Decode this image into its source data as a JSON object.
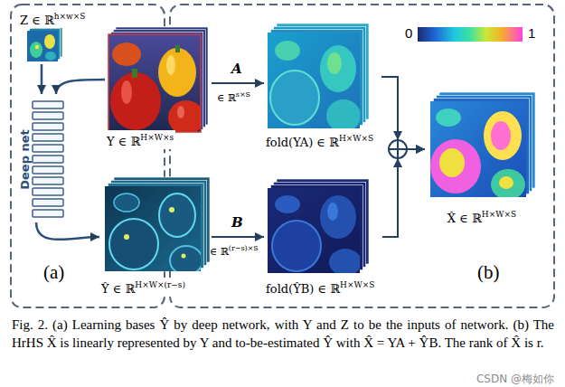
{
  "diagram": {
    "caption": "Fig. 2. (a) Learning bases Ŷ by deep network, with Y and Z to be the inputs of network. (b) The HrHS X̂ is linearly represented by Y and to-be-estimated Ŷ with X̂ = YA + ŶB. The rank of X̂ is r.",
    "nodes": [
      {
        "text": [
          "(a)"
        ]
      },
      {
        "text": [
          "Z ∈ ℝ",
          "h×w×S"
        ],
        "in": 0
      },
      {
        "text": [
          "Y ∈ ℝ",
          "H×W×s"
        ],
        "in": 0
      },
      {
        "text": [
          "Deep net"
        ],
        "in": 0
      },
      {
        "text": [
          "Ŷ ∈ ℝ",
          "H×W×(r−s)"
        ],
        "in": 0
      },
      {
        "text": [
          "(b)"
        ]
      },
      {
        "text": [
          "fold(YA) ∈ ℝ",
          "H×W×S"
        ],
        "in": 5
      },
      {
        "text": [
          "fold(ŶB) ∈ ℝ",
          "H×W×S"
        ],
        "in": 5
      },
      {
        "text": [
          "X̂ ∈ ℝ",
          "H×W×S"
        ],
        "in": 5
      }
    ],
    "edges": [
      {
        "from": 1,
        "to": 3,
        "arrow": "to"
      },
      {
        "from": 2,
        "to": 3,
        "arrow": "to"
      },
      {
        "from": 3,
        "to": 4,
        "arrow": "to"
      },
      {
        "from": 2,
        "to": 6,
        "label": "A",
        "arrow": "to"
      },
      {
        "from": 4,
        "to": 7,
        "label": "B",
        "arrow": "to"
      },
      {
        "from": 6,
        "to": 8,
        "arrow": "to"
      },
      {
        "from": 7,
        "to": 8,
        "arrow": "to"
      }
    ],
    "labels": [
      "0",
      "1",
      "∈ ℝ",
      "s×S",
      "∈ ℝ",
      "(r−s)×S",
      "CSDN @梅如你"
    ]
  }
}
